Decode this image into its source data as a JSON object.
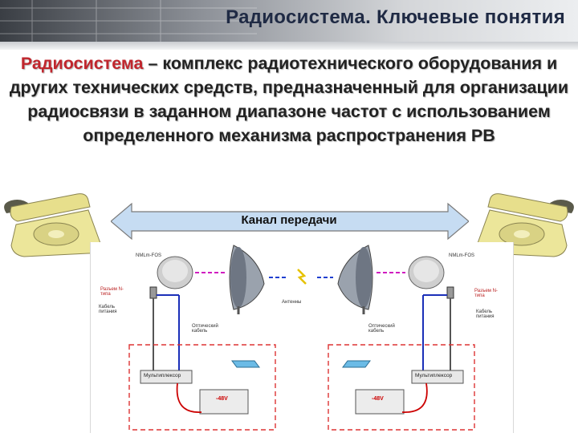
{
  "header": {
    "title": "Радиосистема. Ключевые понятия"
  },
  "definition": {
    "term": "Радиосистема",
    "text": " – комплекс радиотехнического оборудования и других технических средств, предназначенный для организации радиосвязи в заданном диапазоне частот с использованием определенного механизма распространения РВ"
  },
  "channel": {
    "label": "Канал передачи"
  },
  "diagram": {
    "left": {
      "odu": "NMLm-FOS",
      "connector": "Разъем N-типа",
      "power_cable": "Кабель питания",
      "optical_cable": "Оптический кабель",
      "mux": "Мультиплексор",
      "psu": "-48V"
    },
    "right": {
      "odu": "NMLm-FOS",
      "connector": "Разъем N-типа",
      "power_cable": "Кабель питания",
      "optical_cable": "Оптический кабель",
      "mux": "Мультиплексор",
      "psu": "-48V"
    },
    "antenna_label": "Антенны"
  },
  "colors": {
    "title": "#1f2a44",
    "term": "#c0262d",
    "arrow_fill": "#c6dcf2",
    "phone_body": "#ece69a"
  }
}
